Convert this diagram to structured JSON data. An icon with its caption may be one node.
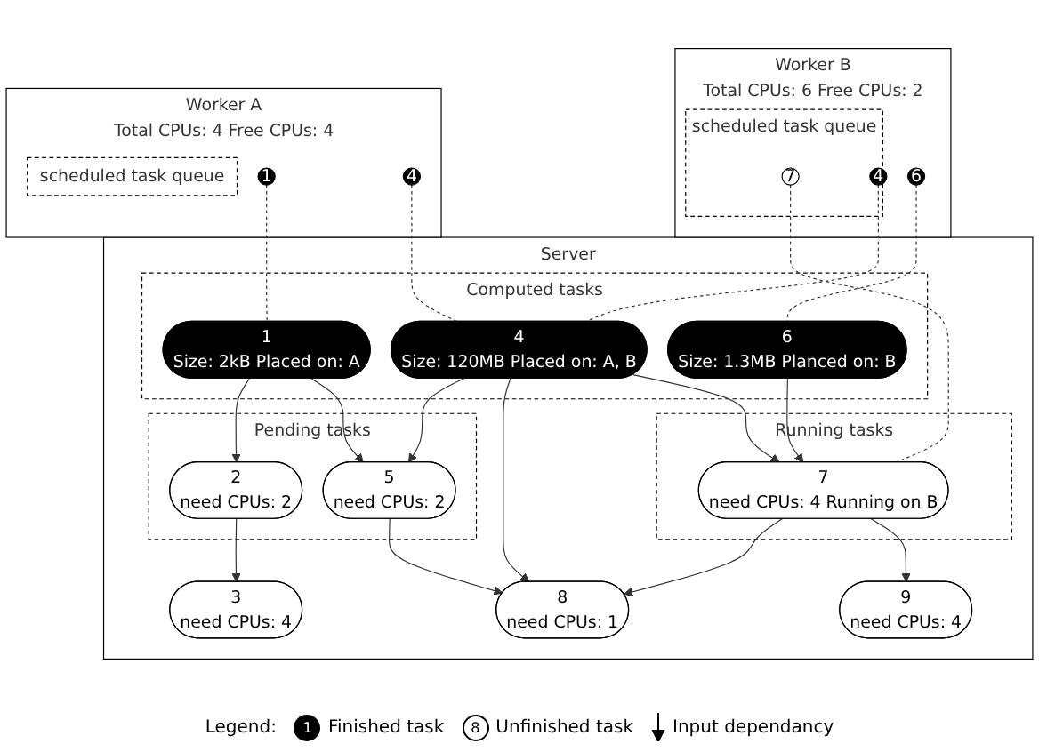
{
  "diagram": {
    "nodes": [
      {
        "text": [
          "Worker A",
          "Total CPUs: 4 Free CPUs: 4"
        ]
      },
      {
        "text": [
          "scheduled task queue"
        ],
        "in": 0
      },
      {
        "text": [
          "1"
        ],
        "in": 0
      },
      {
        "text": [
          "4"
        ],
        "in": 0
      },
      {
        "text": [
          "Worker B",
          "Total CPUs: 6 Free CPUs: 2"
        ]
      },
      {
        "text": [
          "4"
        ],
        "in": 4
      },
      {
        "text": [
          "6"
        ],
        "in": 4
      },
      {
        "text": [
          "scheduled task queue"
        ],
        "in": 4
      },
      {
        "text": [
          "7"
        ],
        "in": 7
      },
      {
        "text": [
          "Server"
        ]
      },
      {
        "text": [
          "Computed tasks"
        ],
        "in": 9
      },
      {
        "text": [
          "1",
          "Size: 2kB Placed on: A"
        ],
        "in": 10
      },
      {
        "text": [
          "4",
          "Size: 120MB Placed on: A, B"
        ],
        "in": 10
      },
      {
        "text": [
          "6",
          "Size: 1.3MB Planced on: B"
        ],
        "in": 10
      },
      {
        "text": [
          "Pending tasks"
        ],
        "in": 9
      },
      {
        "text": [
          "2",
          "need CPUs: 2"
        ],
        "in": 14
      },
      {
        "text": [
          "5",
          "need CPUs: 2"
        ],
        "in": 14
      },
      {
        "text": [
          "Running tasks"
        ],
        "in": 9
      },
      {
        "text": [
          "7",
          "need CPUs: 4 Running on B"
        ],
        "in": 17
      },
      {
        "text": [
          "3",
          "need CPUs: 4"
        ],
        "in": 9
      },
      {
        "text": [
          "8",
          "need CPUs: 1"
        ],
        "in": 9
      },
      {
        "text": [
          "9",
          "need CPUs: 4"
        ],
        "in": 9
      }
    ],
    "edges": [
      {
        "from": 2,
        "to": 11,
        "arrow": "none",
        "style": "dashed"
      },
      {
        "from": 3,
        "to": 12,
        "arrow": "none",
        "style": "dashed"
      },
      {
        "from": 5,
        "to": 12,
        "arrow": "none",
        "style": "dashed"
      },
      {
        "from": 6,
        "to": 13,
        "arrow": "none",
        "style": "dashed"
      },
      {
        "from": 8,
        "to": 18,
        "arrow": "none",
        "style": "dashed"
      },
      {
        "from": 11,
        "to": 15,
        "arrow": "to"
      },
      {
        "from": 11,
        "to": 16,
        "arrow": "to"
      },
      {
        "from": 12,
        "to": 16,
        "arrow": "to"
      },
      {
        "from": 12,
        "to": 20,
        "arrow": "to"
      },
      {
        "from": 12,
        "to": 18,
        "arrow": "to"
      },
      {
        "from": 13,
        "to": 18,
        "arrow": "to"
      },
      {
        "from": 15,
        "to": 19,
        "arrow": "to"
      },
      {
        "from": 16,
        "to": 20,
        "arrow": "to"
      },
      {
        "from": 18,
        "to": 20,
        "arrow": "to"
      },
      {
        "from": 18,
        "to": 21,
        "arrow": "to"
      }
    ],
    "labels": [
      "Legend:",
      "1",
      "8"
    ],
    "legend": [
      {
        "text": "Finished task"
      },
      {
        "text": "Unfinished task"
      },
      {
        "text": "Input dependancy"
      }
    ]
  }
}
